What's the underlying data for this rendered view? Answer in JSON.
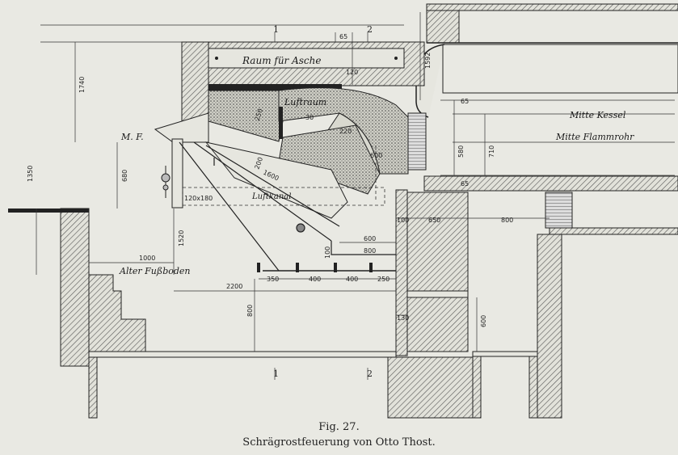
{
  "figure": {
    "number": "Fig. 27.",
    "title": "Schrägrostfeuerung von Otto Thost."
  },
  "labels": {
    "ash_chamber": "Raum für Asche",
    "air_chamber": "Luftraum",
    "air_channel": "Luftkanal",
    "boiler_center": "Mitte Kessel",
    "flue_center": "Mitte Flammrohr",
    "old_floor": "Alter Fußboden",
    "mf": "M. F.",
    "section_1_top": "1",
    "section_2_top": "2",
    "section_1_bottom": "1",
    "section_2_bottom": "2"
  },
  "dimensions": {
    "d1740": "1740",
    "d1592": "1592",
    "d1350": "1350",
    "d680": "680",
    "d1520": "1520",
    "d1000": "1000",
    "d2200": "2200",
    "d800_left": "800",
    "d350": "350",
    "d400_a": "400",
    "d400_b": "400",
    "d250": "250",
    "d600_top": "600",
    "d800_mid": "800",
    "d650": "650",
    "d800_right": "800",
    "d600_right": "600",
    "d130": "130",
    "d100": "100",
    "d65_top": "65",
    "d120": "120",
    "d30": "30",
    "d250_arch": "250",
    "d200": "200",
    "d220": "220",
    "d600_arch": "600",
    "d1600": "1600",
    "d100_b": "100",
    "d120x180": "120x180",
    "d65_r1": "65",
    "d580": "580",
    "d710": "710",
    "d65_r2": "65"
  }
}
